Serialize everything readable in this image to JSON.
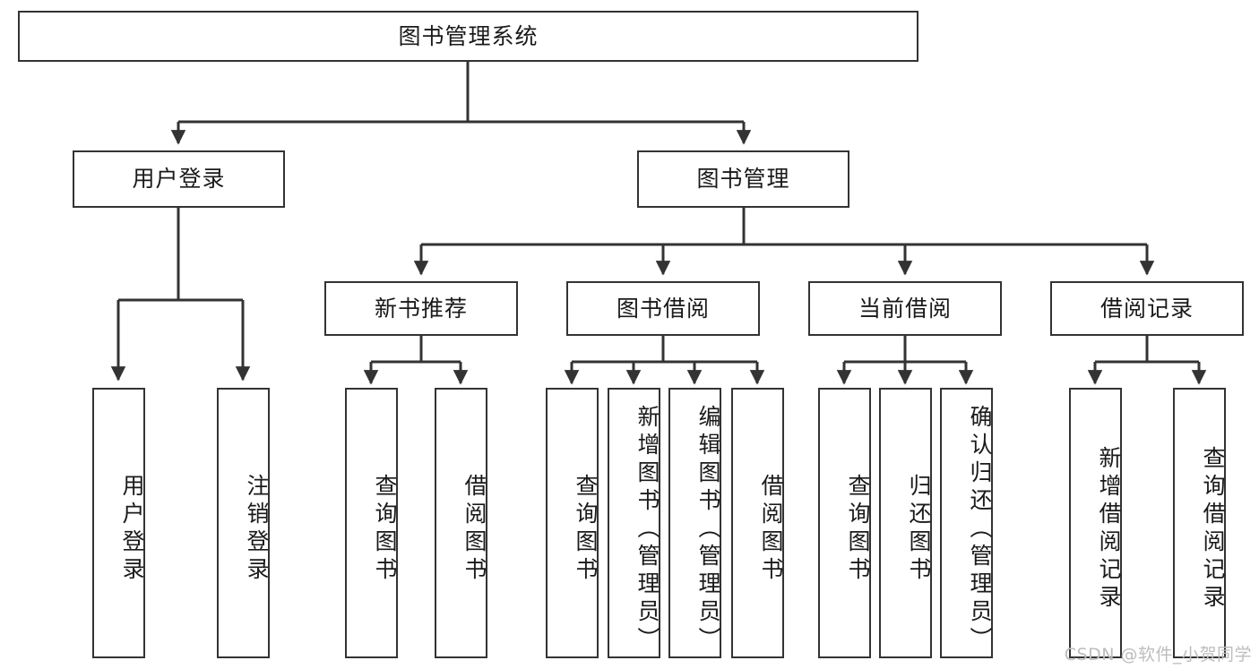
{
  "diagram": {
    "title": "图书管理系统",
    "type": "tree-hierarchy",
    "watermark": "CSDN @软件_小贺同学",
    "colors": {
      "border": "#333333",
      "background": "#ffffff",
      "text": "#1a1a1a",
      "watermark": "#bdbdbd"
    },
    "levels": {
      "root": {
        "label": "图书管理系统"
      },
      "level2": [
        {
          "label": "用户登录"
        },
        {
          "label": "图书管理"
        }
      ],
      "level3": [
        {
          "label": "新书推荐"
        },
        {
          "label": "图书借阅"
        },
        {
          "label": "当前借阅"
        },
        {
          "label": "借阅记录"
        }
      ],
      "leaves": {
        "user_login": [
          {
            "label": "用户登录"
          },
          {
            "label": "注销登录"
          }
        ],
        "new_book_recommend": [
          {
            "label": "查询图书"
          },
          {
            "label": "借阅图书"
          }
        ],
        "book_borrow": [
          {
            "label": "查询图书"
          },
          {
            "label": "新增图书（管理员）"
          },
          {
            "label": "编辑图书（管理员）"
          },
          {
            "label": "借阅图书"
          }
        ],
        "current_borrow": [
          {
            "label": "查询图书"
          },
          {
            "label": "归还图书"
          },
          {
            "label": "确认归还（管理员）"
          }
        ],
        "borrow_record": [
          {
            "label": "新增借阅记录"
          },
          {
            "label": "查询借阅记录"
          }
        ]
      }
    }
  }
}
